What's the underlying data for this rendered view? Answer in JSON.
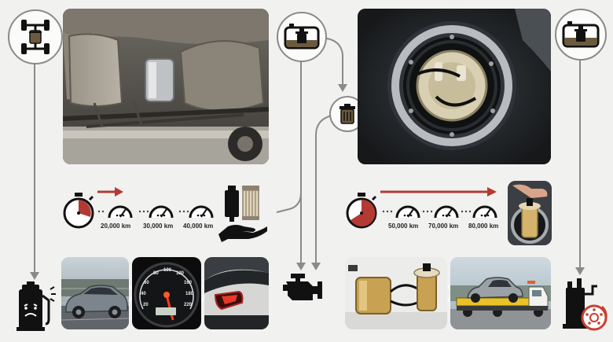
{
  "left_timeline": {
    "km_labels": [
      "20,000 km",
      "30,000 km",
      "40,000 km"
    ]
  },
  "right_timeline": {
    "km_labels": [
      "50,000 km",
      "70,000 km",
      "80,000 km"
    ]
  },
  "icons": [
    "chassis-filter-icon",
    "fuel-tank-filter-icon",
    "filter-trash-icon",
    "fuel-tank-filter-icon",
    "stopwatch-icon",
    "gauge-icon",
    "fuel-filters-hand-icon",
    "fuel-pump-warning-icon",
    "engine-icon",
    "pump-brake-icon",
    "right-arrow-icon"
  ],
  "colors": {
    "accent_red": "#b33a32",
    "line_gray": "#8a8a8a",
    "background": "#f1f1f0"
  }
}
